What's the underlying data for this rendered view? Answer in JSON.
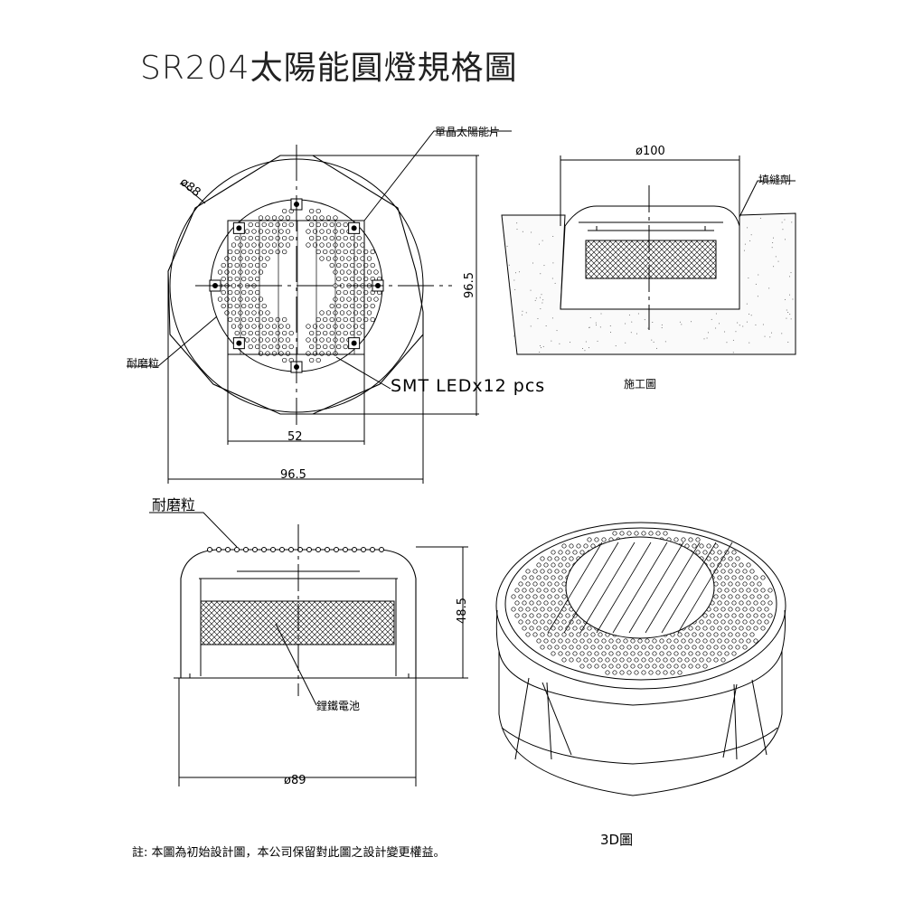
{
  "title": "SR204太陽能圓燈規格圖",
  "top_view": {
    "solar_panel_label": "單晶太陽能片",
    "diameter_label": "ø88",
    "height_dim": "96.5",
    "panel_width_dim": "52",
    "overall_width_dim": "96.5",
    "wear_grain_label": "耐磨粒",
    "led_label": "SMT LEDx12 pcs"
  },
  "install_view": {
    "diameter_dim": "ø100",
    "filler_label": "填縫劑",
    "caption": "施工圖"
  },
  "front_view": {
    "wear_grain_label": "耐磨粒",
    "height_dim": "48.5",
    "battery_label": "鋰鐵電池",
    "diameter_dim": "ø89"
  },
  "iso_view": {
    "caption": "3D圖"
  },
  "note": "註: 本圖為初始設計圖，本公司保留對此圖之設計變更權益。"
}
